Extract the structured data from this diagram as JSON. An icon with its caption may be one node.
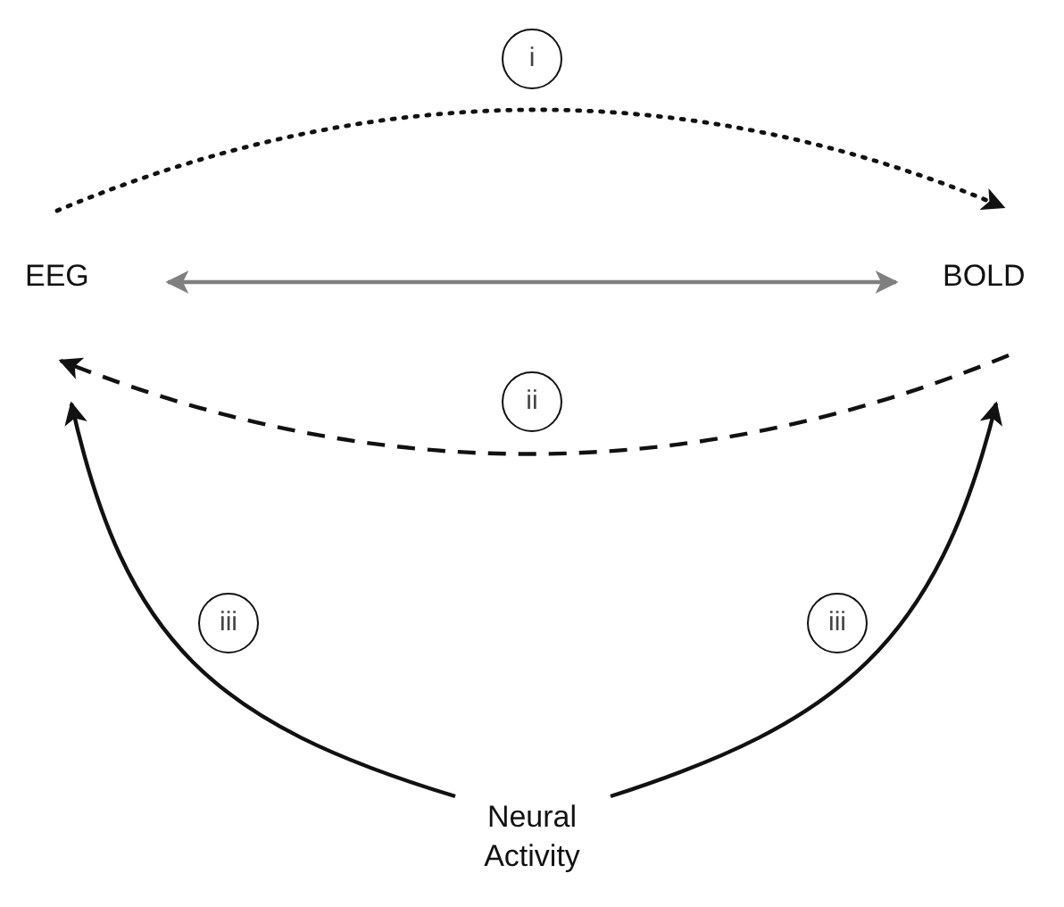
{
  "diagram": {
    "nodes": [
      {
        "text": [
          "EEG"
        ]
      },
      {
        "text": [
          "BOLD"
        ]
      },
      {
        "text": [
          "Neural Activity"
        ]
      }
    ],
    "edges": [
      {
        "from": 0,
        "to": 1,
        "arrow": "to",
        "label": "i",
        "style": "dashed"
      },
      {
        "from": 0,
        "to": 1,
        "arrow": "both",
        "color": "#808080"
      },
      {
        "from": 1,
        "to": 0,
        "arrow": "to",
        "label": "ii",
        "style": "dashed"
      },
      {
        "from": 2,
        "to": 0,
        "arrow": "to",
        "label": "iii"
      },
      {
        "from": 2,
        "to": 1,
        "arrow": "to",
        "label": "iii"
      }
    ]
  }
}
